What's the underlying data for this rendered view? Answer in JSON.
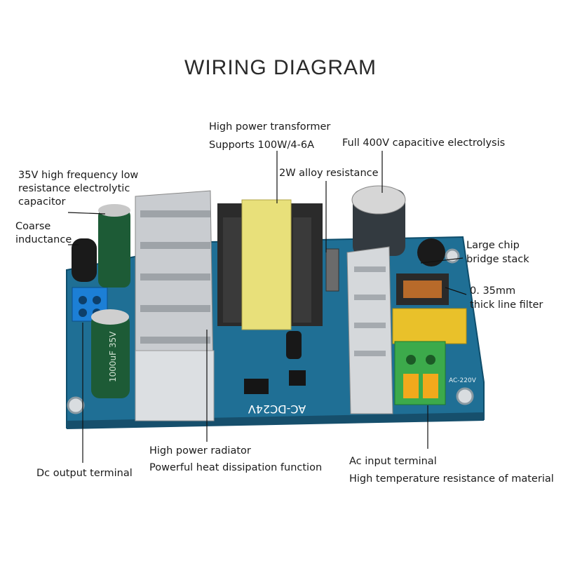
{
  "title": "WIRING DIAGRAM",
  "labels": {
    "transformer": [
      "High power transformer",
      "Supports 100W/4-6A"
    ],
    "electrolysis": [
      "Full 400V capacitive electrolysis"
    ],
    "alloy_resistance": [
      "2W alloy resistance"
    ],
    "capacitor_35v": [
      "35V high frequency low",
      "resistance electrolytic",
      "capacitor"
    ],
    "coarse_inductance": [
      "Coarse",
      "inductance"
    ],
    "bridge_stack": [
      "Large chip",
      "bridge stack"
    ],
    "line_filter": [
      "0. 35mm",
      "thick line filter"
    ],
    "radiator": [
      "High power radiator",
      "Powerful heat dissipation function"
    ],
    "dc_output": [
      "Dc output terminal"
    ],
    "ac_input": [
      "Ac input terminal",
      "High temperature resistance of material"
    ]
  },
  "board": {
    "silkscreen": "AC-DC24V",
    "cap_marking": "1000uF 35V",
    "ac_marking": "AC-220V"
  }
}
